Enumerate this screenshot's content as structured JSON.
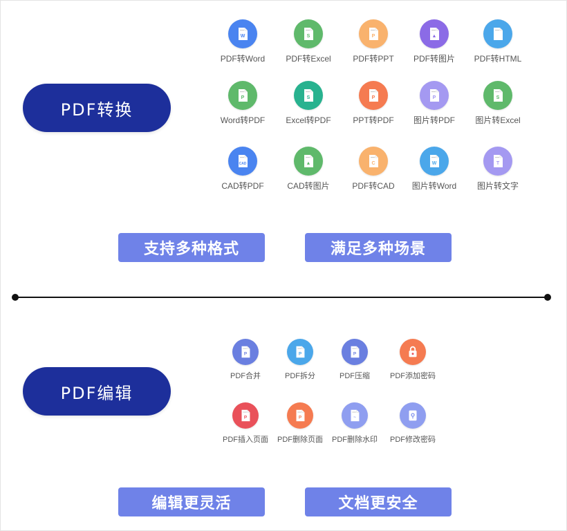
{
  "colors": {
    "pill": "#1d2f9b",
    "tag": "#6f82e8",
    "blue": "#4a84f0",
    "green": "#5fb96b",
    "orange": "#f9b26d",
    "purple": "#8b6be6",
    "skyblue": "#4ba7ea",
    "teal": "#28b28f",
    "coral": "#f57b51",
    "lavender": "#a499f1",
    "red": "#e9515a",
    "slateblue": "#6a7fe0",
    "periwinkle": "#8f9ef0"
  },
  "convert": {
    "title": "PDF转换",
    "items": [
      {
        "label": "PDF转Word",
        "icon": "pdf-to-word-icon",
        "color": "blue",
        "glyph": "W"
      },
      {
        "label": "PDF转Excel",
        "icon": "pdf-to-excel-icon",
        "color": "green",
        "glyph": "S"
      },
      {
        "label": "PDF转PPT",
        "icon": "pdf-to-ppt-icon",
        "color": "orange",
        "glyph": "P"
      },
      {
        "label": "PDF转图片",
        "icon": "pdf-to-image-icon",
        "color": "purple",
        "glyph": "▲"
      },
      {
        "label": "PDF转HTML",
        "icon": "pdf-to-html-icon",
        "color": "skyblue",
        "glyph": "</>"
      },
      {
        "label": "Word转PDF",
        "icon": "word-to-pdf-icon",
        "color": "green",
        "glyph": "P"
      },
      {
        "label": "Excel转PDF",
        "icon": "excel-to-pdf-icon",
        "color": "teal",
        "glyph": "S"
      },
      {
        "label": "PPT转PDF",
        "icon": "ppt-to-pdf-icon",
        "color": "coral",
        "glyph": "P"
      },
      {
        "label": "图片转PDF",
        "icon": "image-to-pdf-icon",
        "color": "lavender",
        "glyph": "P"
      },
      {
        "label": "图片转Excel",
        "icon": "image-to-excel-icon",
        "color": "green",
        "glyph": "S"
      },
      {
        "label": "CAD转PDF",
        "icon": "cad-to-pdf-icon",
        "color": "blue",
        "glyph": "CAD"
      },
      {
        "label": "CAD转图片",
        "icon": "cad-to-image-icon",
        "color": "green",
        "glyph": "▲"
      },
      {
        "label": "PDF转CAD",
        "icon": "pdf-to-cad-icon",
        "color": "orange",
        "glyph": "C"
      },
      {
        "label": "图片转Word",
        "icon": "image-to-word-icon",
        "color": "skyblue",
        "glyph": "W"
      },
      {
        "label": "图片转文字",
        "icon": "image-to-text-icon",
        "color": "lavender",
        "glyph": "T"
      }
    ],
    "tags": [
      "支持多种格式",
      "满足多种场景"
    ]
  },
  "edit": {
    "title": "PDF编辑",
    "items": [
      {
        "label": "PDF合并",
        "icon": "pdf-merge-icon",
        "color": "slateblue",
        "glyph": "P"
      },
      {
        "label": "PDF拆分",
        "icon": "pdf-split-icon",
        "color": "skyblue",
        "glyph": "P"
      },
      {
        "label": "PDF压缩",
        "icon": "pdf-compress-icon",
        "color": "slateblue",
        "glyph": "P"
      },
      {
        "label": "PDF添加密码",
        "icon": "pdf-add-password-icon",
        "color": "coral",
        "glyph": "lock"
      },
      {
        "label": "PDF插入页面",
        "icon": "pdf-insert-page-icon",
        "color": "red",
        "glyph": "P"
      },
      {
        "label": "PDF删除页面",
        "icon": "pdf-delete-page-icon",
        "color": "coral",
        "glyph": "P"
      },
      {
        "label": "PDF删除水印",
        "icon": "pdf-remove-watermark-icon",
        "color": "periwinkle",
        "glyph": "~"
      },
      {
        "label": "PDF修改密码",
        "icon": "pdf-change-password-icon",
        "color": "periwinkle",
        "glyph": "key"
      }
    ],
    "tags": [
      "编辑更灵活",
      "文档更安全"
    ]
  }
}
